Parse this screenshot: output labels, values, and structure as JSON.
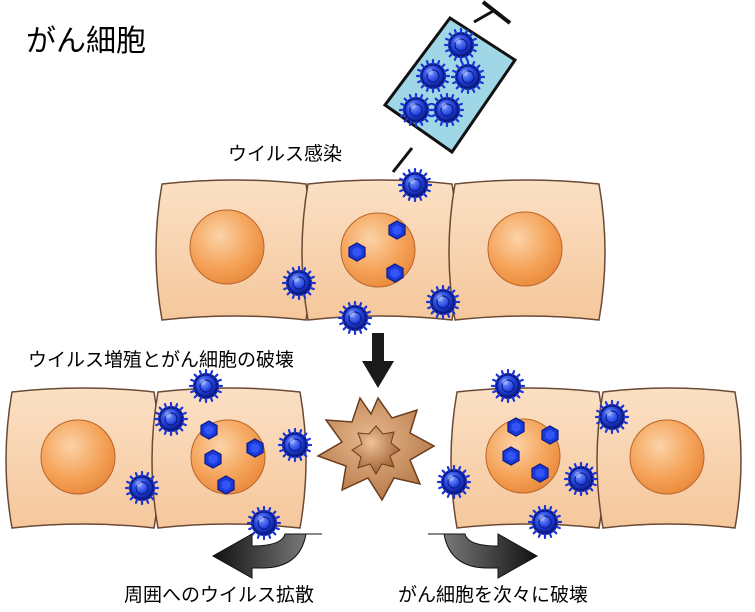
{
  "title": "がん細胞",
  "labels": {
    "infection": "ウイルス感染",
    "replication": "ウイルス増殖とがん細胞の破壊",
    "spread": "周囲へのウイルス拡散",
    "destruction": "がん細胞を次々に破壊"
  },
  "colors": {
    "cell_fill": "#f7d0a8",
    "cell_border": "#6b4a35",
    "nucleus": "#f39a4a",
    "virus": "#1f3fd8",
    "virus_dark": "#0f1f95",
    "syringe_fill": "#9fd7e6",
    "burst": "#c98a55",
    "arrow": "#1a1a1a"
  },
  "icons": [
    "syringe-icon",
    "virus-particle-icon",
    "cancer-cell-icon",
    "cell-burst-icon",
    "down-arrow-icon",
    "curved-arrow-icon"
  ]
}
